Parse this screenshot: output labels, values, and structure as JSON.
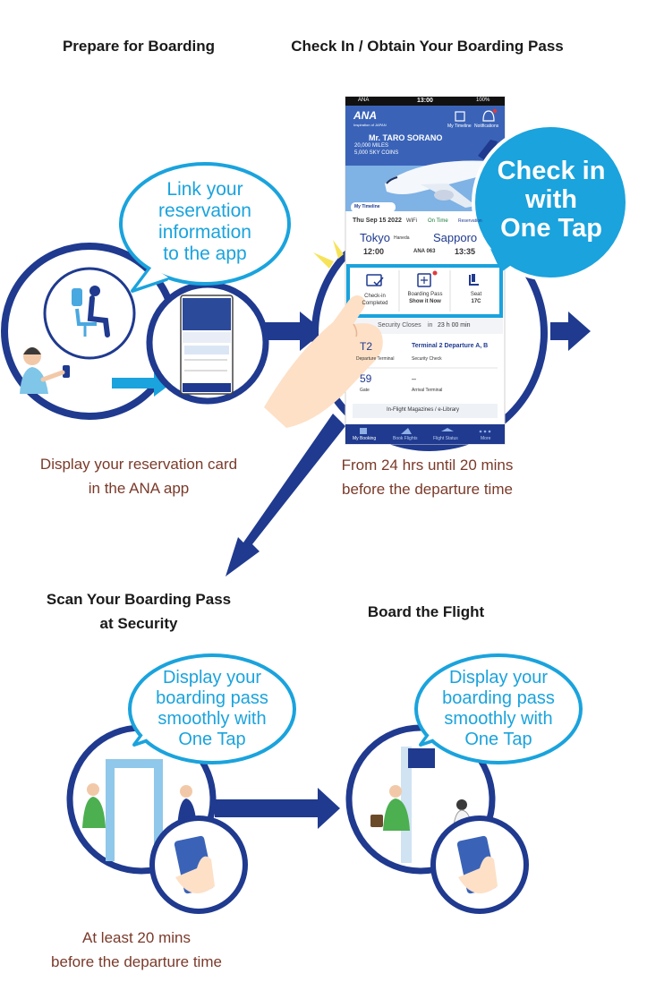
{
  "steps": {
    "prepare": {
      "title": "Prepare for Boarding",
      "bubble": [
        "Link your",
        "reservation",
        "information",
        "to the app"
      ],
      "caption": [
        "Display your reservation card",
        "in the ANA app"
      ]
    },
    "checkin": {
      "title": "Check In / Obtain Your Boarding Pass",
      "bubble": [
        "Check in",
        "with",
        "One Tap"
      ],
      "caption": [
        "From 24 hrs until 20 mins",
        "before the departure time"
      ]
    },
    "security": {
      "title": [
        "Scan Your Boarding Pass",
        "at Security"
      ],
      "bubble": [
        "Display your",
        "boarding pass",
        "smoothly with",
        "One Tap"
      ],
      "caption": [
        "At least 20 mins",
        "before the departure time"
      ]
    },
    "board": {
      "title": "Board the Flight",
      "bubble": [
        "Display your",
        "boarding pass",
        "smoothly with",
        "One Tap"
      ]
    }
  },
  "phone": {
    "carrier": "ANA",
    "time": "13:00",
    "battery": "100%",
    "logo": "ANA",
    "logo_sub": "Inspiration of JAPAN",
    "my_timeline": "My Timeline",
    "notifications": "Notifications",
    "passenger": "Mr. TARO SORANO",
    "miles": "20,000 MILES",
    "coins": "5,000 SKY COINS",
    "timeline_btn": "My Timeline",
    "date": "Thu Sep 15 2022",
    "wifi": "WiFi",
    "status": "On Time",
    "reservation": "Reservation",
    "from_city": "Tokyo",
    "from_airport": "Haneda",
    "to_city": "Sapporo",
    "flight_no": "ANA 063",
    "dep_time": "12:00",
    "arr_time": "13:35",
    "checkin_label": [
      "Check-in",
      "Completed"
    ],
    "boarding_label": [
      "Boarding Pass",
      "Show it Now"
    ],
    "seat_label": "Seat",
    "seat": "17C",
    "security_closes": "Security Closes",
    "in_word": "in",
    "countdown": "23 h 00 min",
    "terminal": "T2",
    "terminal_label": "Departure Terminal",
    "terminal_info": "Terminal 2 Departure A, B",
    "security_check": "Security Check",
    "gate": "59",
    "gate_label": "Gate",
    "arrival_dash": "–",
    "arrival_label": "Arrival Terminal",
    "magazines": "In-Flight Magazines / e-Library",
    "tabs": [
      "My Booking",
      "Book Flights",
      "Flight Status",
      "More"
    ]
  },
  "colors": {
    "navy": "#1f3a8f",
    "bubble_blue": "#1aa3dd",
    "caption_brown": "#7a3a2a",
    "highlight": "#1aa3dd"
  }
}
